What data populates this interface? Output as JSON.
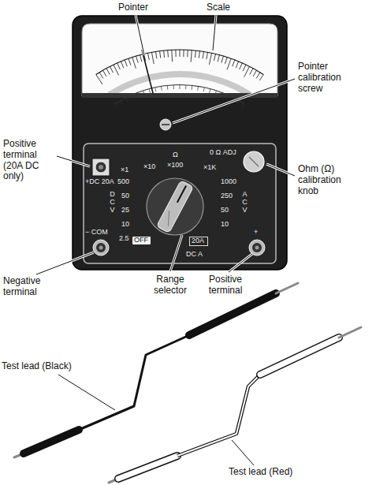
{
  "diagram": {
    "nodes": [
      {
        "text": [
          "OFF"
        ]
      },
      {
        "text": [
          "20A"
        ]
      }
    ],
    "labels": [
      "Pointer",
      "Scale",
      "Pointer calibration screw",
      "Positive terminal (20A DC only)",
      "Ohm (Ω) calibration knob",
      "Negative terminal",
      "Range selector",
      "Positive terminal",
      "Test lead (Black)",
      "Test lead (Red)",
      "Ω",
      "×1",
      "×10",
      "×100",
      "×1K",
      "0 Ω ADJ",
      "+DC 20A",
      "500",
      "50",
      "25",
      "10",
      "2.5",
      "DCV",
      "1000",
      "250",
      "50",
      "10",
      "ACV",
      "− COM",
      "+",
      "DC A"
    ]
  }
}
